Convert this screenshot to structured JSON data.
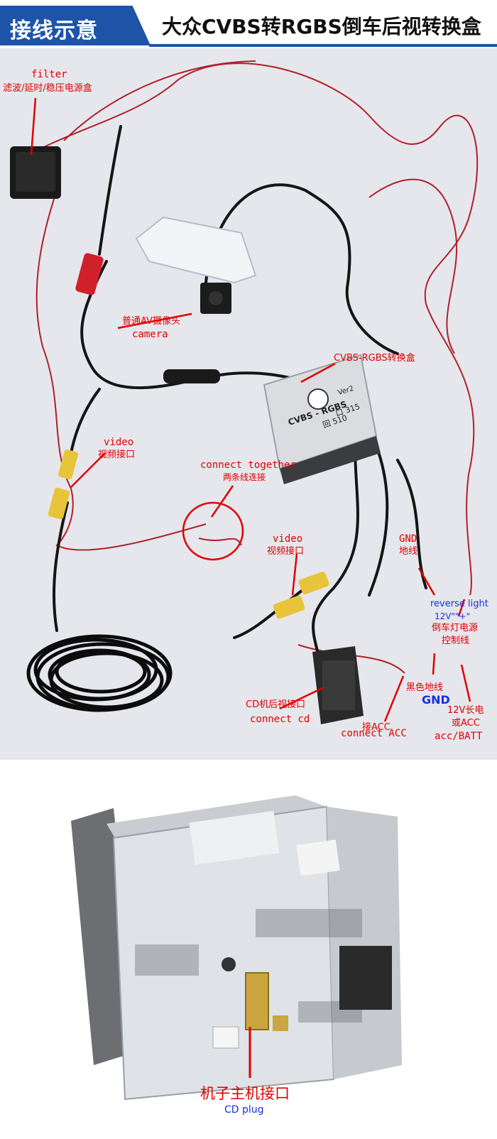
{
  "header": {
    "tag": "接线示意",
    "title": "大众CVBS转RGBS倒车后视转换盒"
  },
  "labels": {
    "filter_en": "filter",
    "filter_cn": "滤波/延时/稳压电源盒",
    "camera_cn": "普通AV摄像头",
    "camera_en": "camera",
    "box_cn": "CVBS-RGBS转换盒",
    "video1_en": "video",
    "video1_cn": "视频接口",
    "connect_en": "connect together",
    "connect_cn": "两条线连接",
    "video2_en": "video",
    "video2_cn": "视频接口",
    "gnd_en": "GND",
    "gnd_cn": "地线",
    "reverse_en": "reverse light",
    "plus": "12V\"\"+\"",
    "reverse_cn1": "倒车灯电源",
    "reverse_cn2": "控制线",
    "black_cn": "黑色地线",
    "gnd2": "GND",
    "cd_cn": "CD机后视接口",
    "cd_en": "connect cd",
    "acc_cn": "接ACC",
    "acc_en": "connect ACC",
    "batt_cn1": "12V长电",
    "batt_cn2": "或ACC",
    "batt_en": "acc/BATT",
    "box_text": "CVBS - RGBS",
    "box_code1": "回 510",
    "box_code2": "口 315",
    "box_ver": "Ver2",
    "main_cn": "机子主机接口",
    "main_en": "CD plug"
  },
  "colors": {
    "accent": "#1d54a8",
    "label_red": "#e00000",
    "label_blue": "#1530e0"
  }
}
